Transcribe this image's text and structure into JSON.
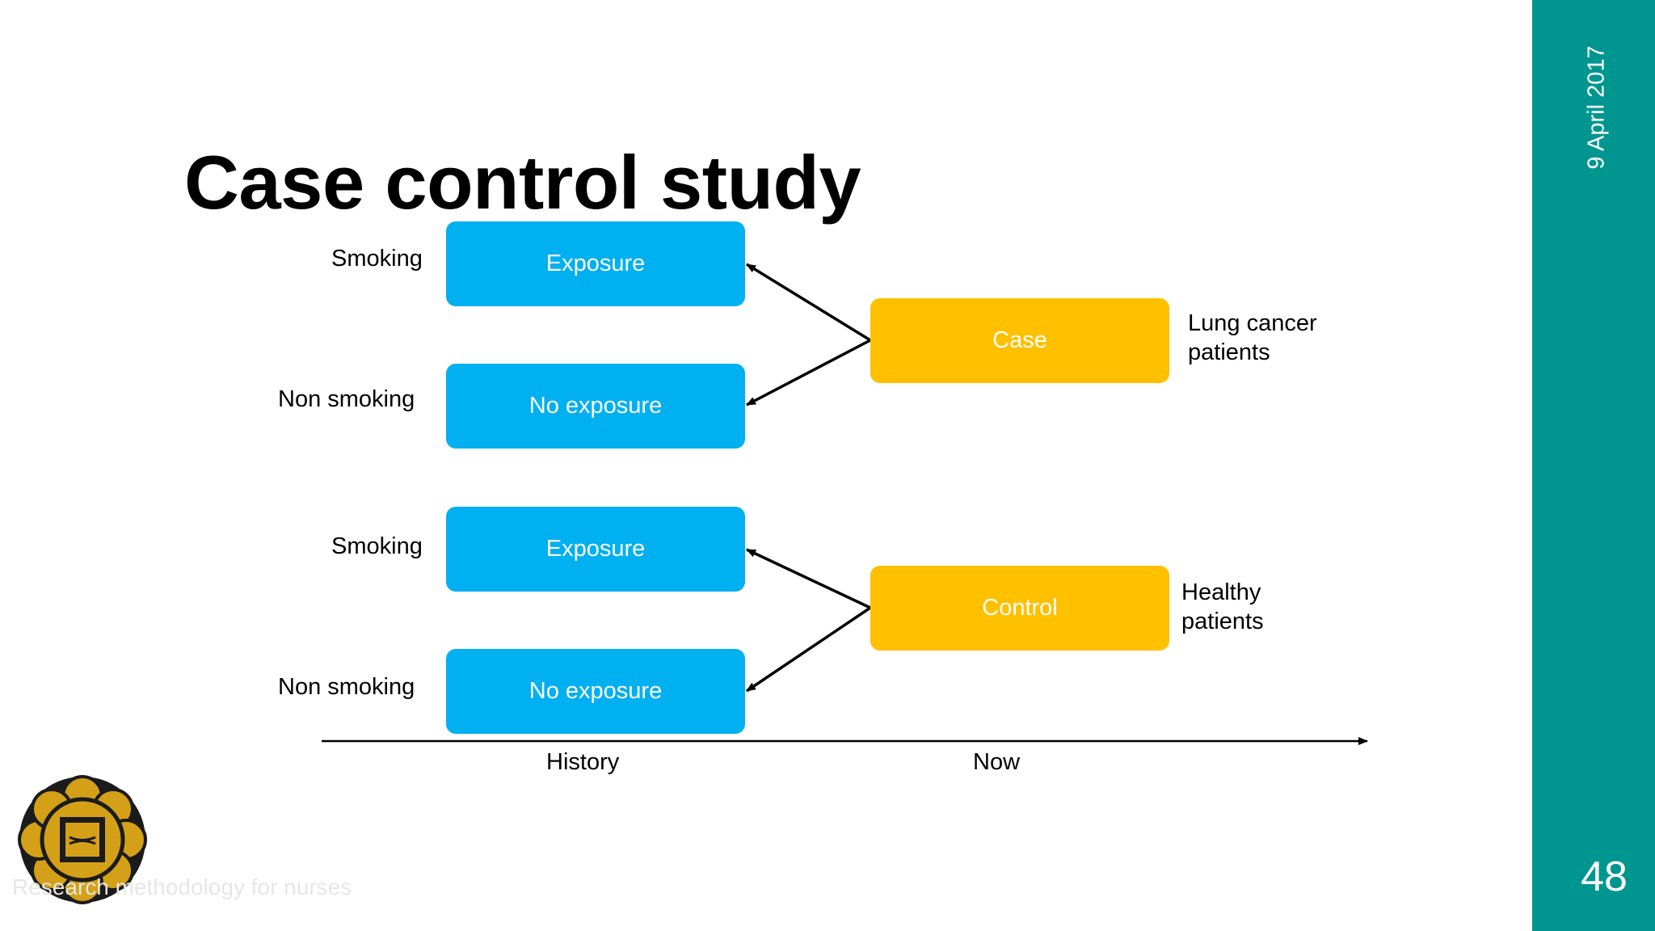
{
  "slide": {
    "title": "Case control study",
    "date": "9 April 2017",
    "page_number": "48",
    "footer": "Research methodology for nurses"
  },
  "diagram": {
    "top": {
      "exposure_label": "Smoking",
      "exposure_box": "Exposure",
      "no_exposure_label": "Non smoking",
      "no_exposure_box": "No exposure",
      "group_box": "Case",
      "group_line1": "Lung cancer",
      "group_line2": "patients"
    },
    "bottom": {
      "exposure_label": "Smoking",
      "exposure_box": "Exposure",
      "no_exposure_label": "Non smoking",
      "no_exposure_box": "No exposure",
      "group_box": "Control",
      "group_line1": "Healthy",
      "group_line2": "patients"
    },
    "timeline": {
      "past_label": "History",
      "present_label": "Now"
    }
  },
  "colors": {
    "exposure_box": "#00b0f0",
    "group_box": "#ffc000",
    "sidebar": "#009690"
  },
  "icons": {
    "logo": "university-emblem-icon"
  }
}
